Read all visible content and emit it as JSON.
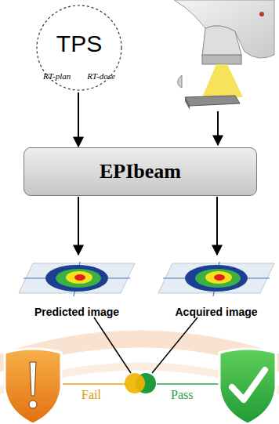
{
  "diagram": {
    "nodes": [
      {
        "text": [
          "TPS",
          "RT-plan",
          "RT-dose"
        ]
      },
      {
        "text": [
          "EPIbeam"
        ]
      },
      {
        "text": [
          "Predicted image"
        ]
      },
      {
        "text": [
          "Acquired image"
        ]
      }
    ],
    "edges": [
      {
        "from": 0,
        "to": 1,
        "arrow": "to"
      },
      {
        "from": 1,
        "to": 2,
        "arrow": "to"
      },
      {
        "from": 1,
        "to": 3,
        "arrow": "to"
      }
    ],
    "labels": [
      "Fail",
      "Pass"
    ]
  }
}
